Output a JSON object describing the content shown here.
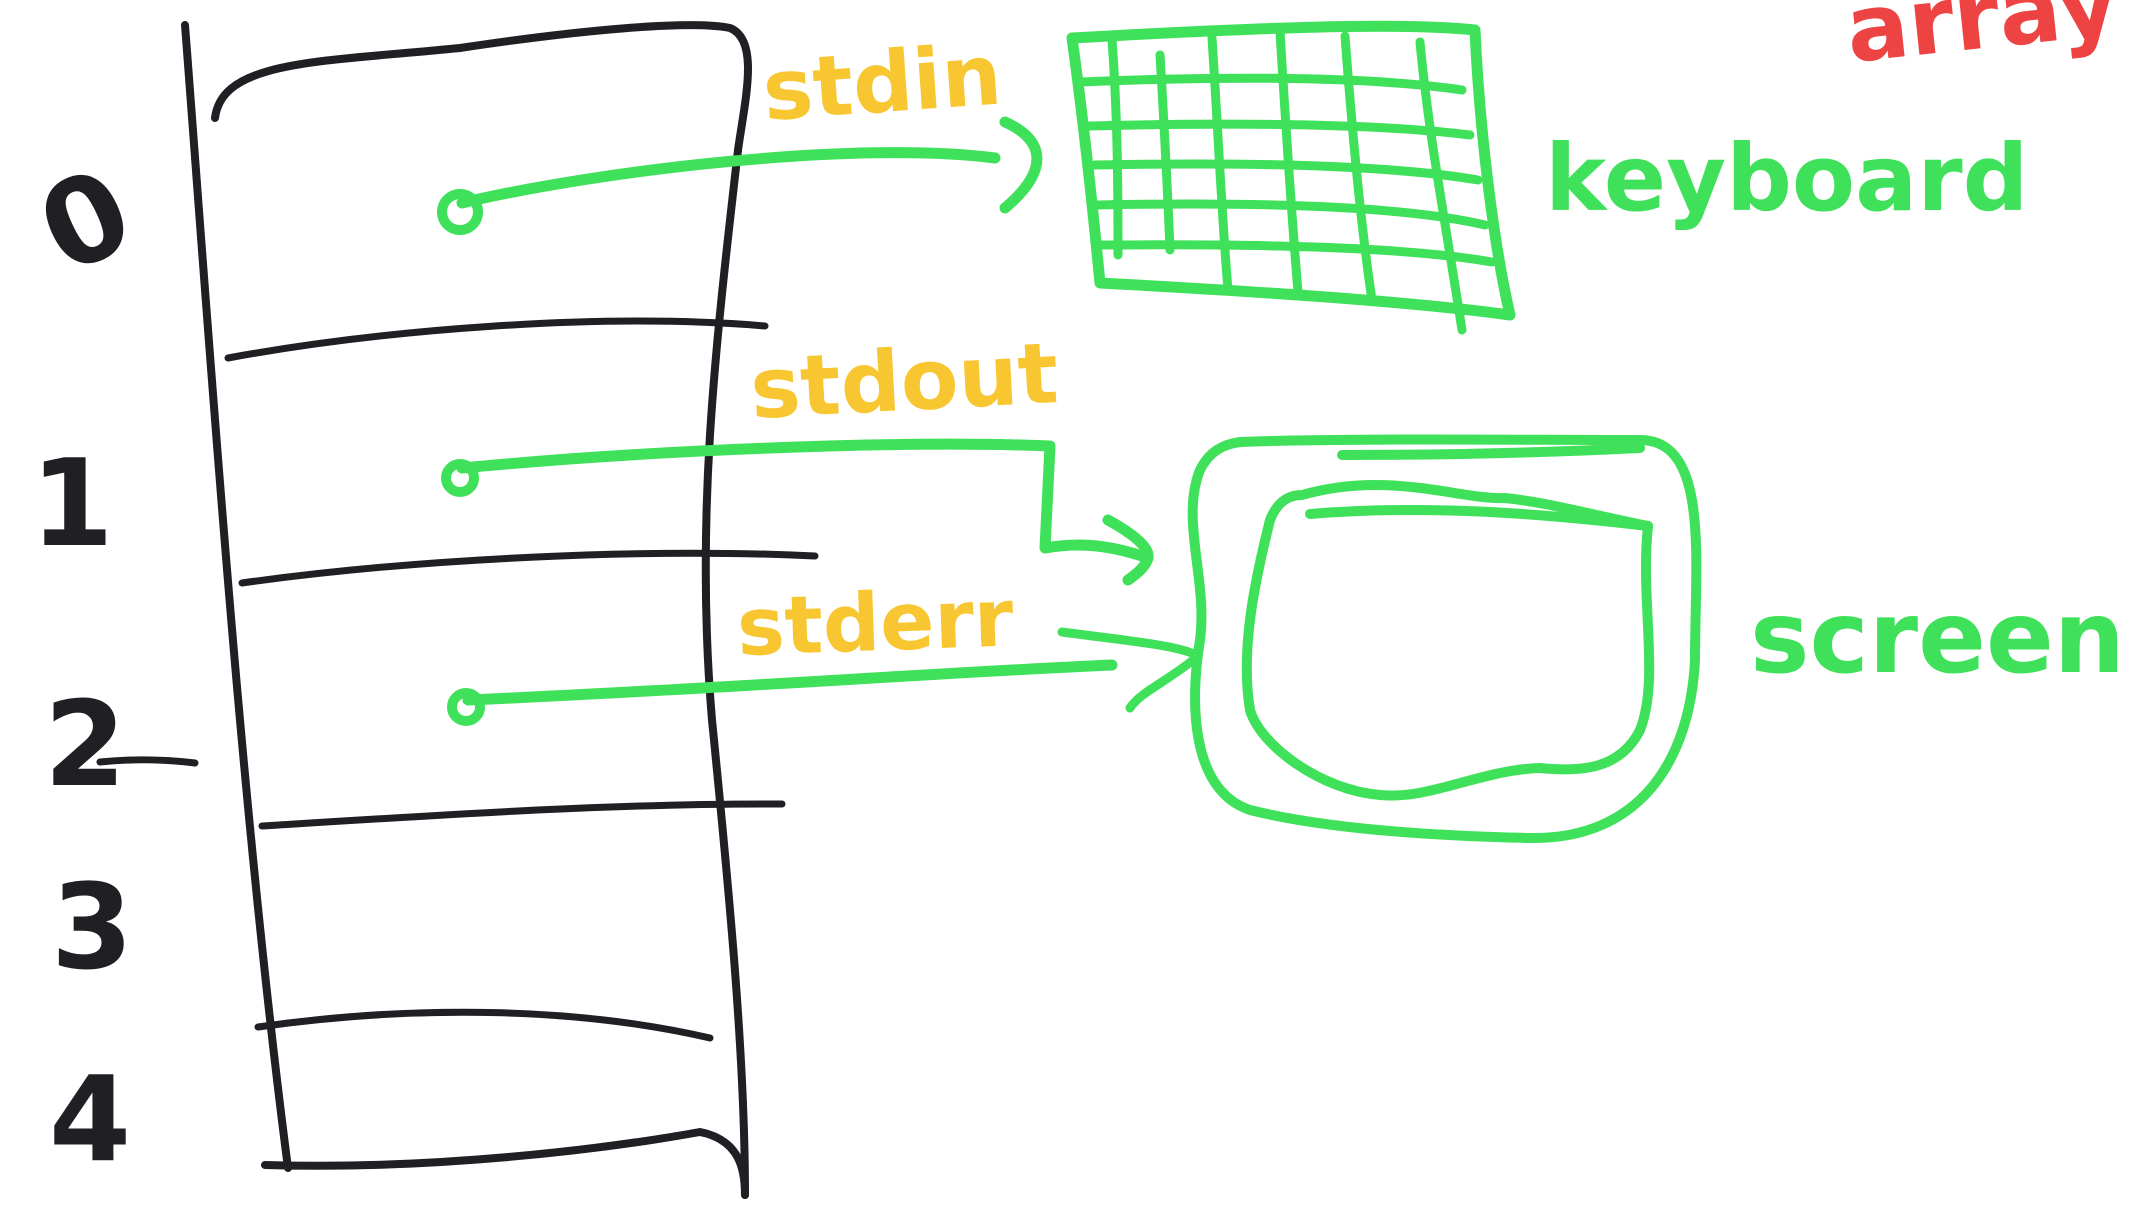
{
  "colors": {
    "table_ink": "#1f1f24",
    "connector_ink": "#3fe15a",
    "stream_label_ink": "#f8c631",
    "title_ink": "#ee4343",
    "background": "#ffffff"
  },
  "title": "array",
  "indices": [
    "0",
    "1",
    "2",
    "3",
    "4"
  ],
  "streams": [
    {
      "name": "stdin",
      "target": "keyboard"
    },
    {
      "name": "stdout",
      "target": "screen"
    },
    {
      "name": "stderr",
      "target": "screen"
    }
  ],
  "devices": {
    "keyboard": {
      "label": "keyboard",
      "icon": "keyboard-grid-icon"
    },
    "screen": {
      "label": "screen",
      "icon": "monitor-icon"
    }
  }
}
